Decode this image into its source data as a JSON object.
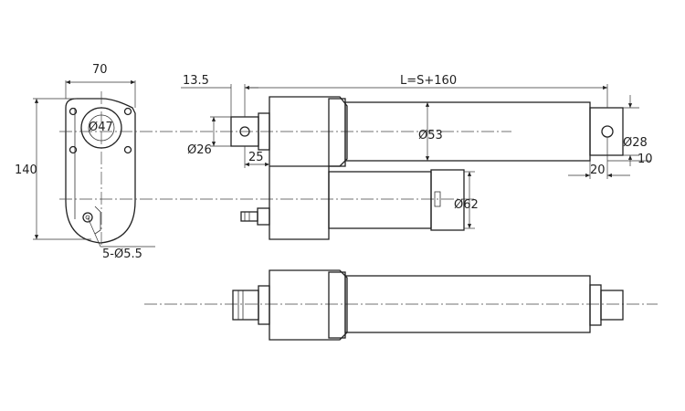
{
  "dimensions": {
    "width_top": "70",
    "height_left": "140",
    "bore_end_view": "Ø47",
    "holes": "5-Ø5.5",
    "offset_13_5": "13.5",
    "length": "L=S+160",
    "rod_eye": "Ø26",
    "rod_eye_len": "25",
    "tube_dia": "Ø53",
    "end_eye_dia": "Ø28",
    "end_eye_10": "10",
    "end_eye_20": "20",
    "motor_dia": "Ø62"
  },
  "colors": {
    "line": "#222222",
    "background": "#ffffff"
  }
}
